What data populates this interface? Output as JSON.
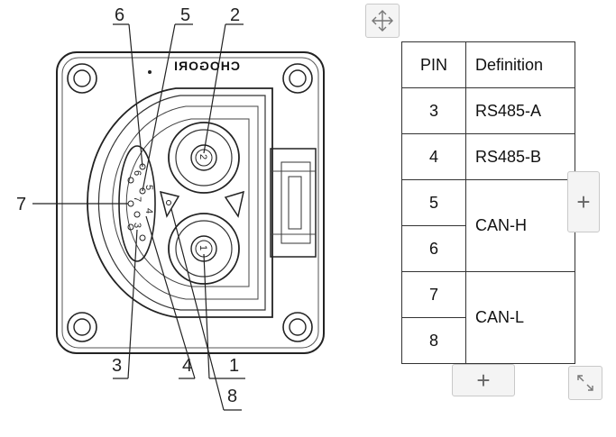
{
  "diagram": {
    "logo_text": "CHOGORI",
    "callouts": [
      "6",
      "5",
      "2",
      "7",
      "3",
      "4",
      "1",
      "8"
    ],
    "pin_labels": [
      "2",
      "1",
      "6",
      "5",
      "4",
      "7",
      "3"
    ]
  },
  "table": {
    "header": {
      "pin": "PIN",
      "definition": "Definition"
    },
    "rows": [
      {
        "pin": "3",
        "definition": "RS485-A"
      },
      {
        "pin": "4",
        "definition": "RS485-B"
      },
      {
        "pin": "5",
        "definition": "CAN-H"
      },
      {
        "pin": "6"
      },
      {
        "pin": "7",
        "definition": "CAN-L"
      },
      {
        "pin": "8"
      }
    ]
  },
  "controls": {
    "add_symbol": "+",
    "move_icon": "move-arrows-icon",
    "resize_icon": "resize-diagonal-icon"
  }
}
